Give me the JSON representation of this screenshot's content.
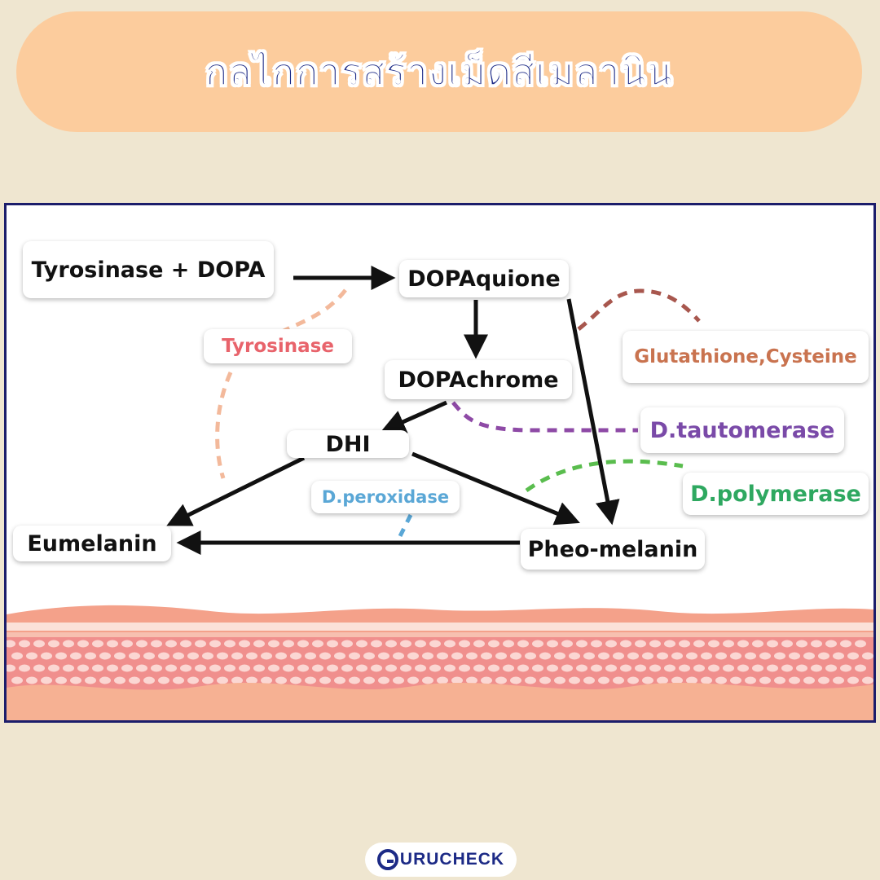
{
  "title": "กลไกการสร้างเม็ดสีเมลานิน",
  "nodes": {
    "tyrosinase_dopa": "Tyrosinase + DOPA",
    "dopaquione": "DOPAquione",
    "dopachrome": "DOPAchrome",
    "dhi": "DHI",
    "eumelanin": "Eumelanin",
    "pheomelanin": "Pheo-melanin"
  },
  "enzymes": {
    "tyrosinase": {
      "label": "Tyrosinase",
      "color": "#e8636b"
    },
    "glutathione": {
      "label": "Glutathione,Cysteine",
      "color": "#c9734f"
    },
    "tautomerase": {
      "label": "D.tautomerase",
      "color": "#7a4aa8"
    },
    "polymerase": {
      "label": "D.polymerase",
      "color": "#2ea860"
    },
    "peroxidase": {
      "label": "D.peroxidase",
      "color": "#5aa7d6"
    }
  },
  "logo": {
    "text": "URUCHECK",
    "icon": "g-letter-icon"
  },
  "colors": {
    "title": "#1c2a86",
    "banner": "#fccc9d",
    "background": "#efe6d0",
    "frame": "#1b1d6b"
  }
}
